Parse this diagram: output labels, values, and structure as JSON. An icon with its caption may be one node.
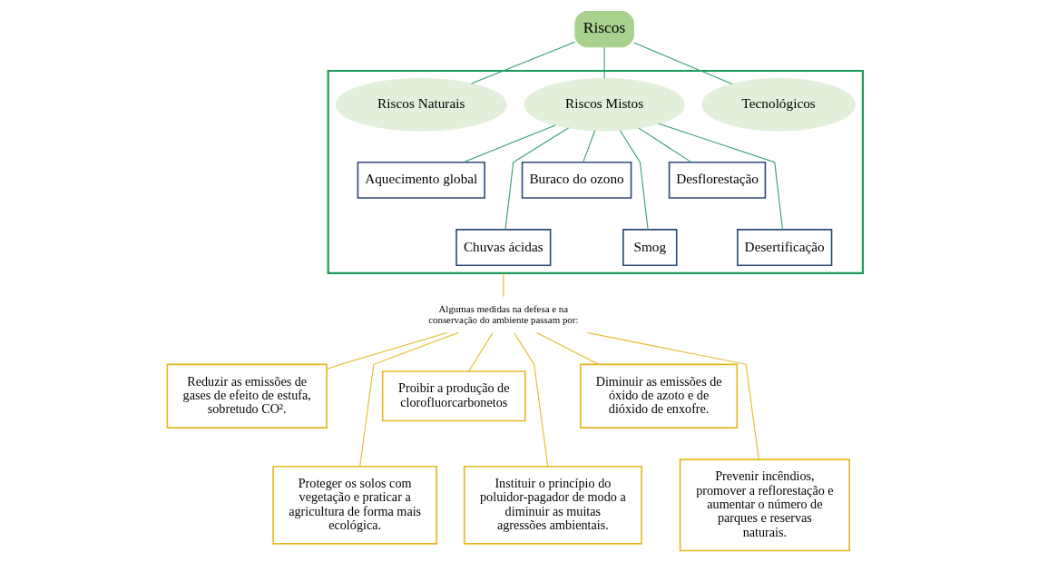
{
  "diagram": {
    "nodes": [
      {
        "text": [],
        "shape": "box"
      },
      {
        "text": [
          "Riscos"
        ]
      },
      {
        "text": [
          "Tecnológicos"
        ],
        "in": 0
      },
      {
        "text": [
          "Riscos Mistos"
        ],
        "in": 0
      },
      {
        "text": [
          "Riscos Naturais"
        ],
        "in": 0
      },
      {
        "text": [
          "Aquecimento global"
        ],
        "in": 0
      },
      {
        "text": [
          "Chuvas ácidas"
        ],
        "in": 0
      },
      {
        "text": [
          "Buraco do ozono"
        ],
        "in": 0
      },
      {
        "text": [
          "Smog"
        ],
        "in": 0
      },
      {
        "text": [
          "Desflorestação"
        ],
        "in": 0
      },
      {
        "text": [
          "Desertificação"
        ],
        "in": 0
      },
      {
        "text": [
          "Algumas medidas na defesa e na conservação do ambiente passam por:"
        ]
      },
      {
        "text": [
          "Reduzir as emissões de gases de efeito de estufa, sobretudo CO²."
        ]
      },
      {
        "text": [
          "Proteger os solos com vegetação e praticar a agricultura de forma mais ecológica."
        ]
      },
      {
        "text": [
          "Proibir a produção de clorofluorcarbonetos"
        ]
      },
      {
        "text": [
          "Instituir o princípio do poluidor-pagador de modo a diminuir as muitas agressões ambientais."
        ]
      },
      {
        "text": [
          "Diminuir as emissões de óxido de azoto e de dióxido de enxofre."
        ]
      },
      {
        "text": [
          "Prevenir incêndios, promover a reflorestação e aumentar o número de parques e reservas naturais."
        ]
      }
    ],
    "edges": [
      {
        "from": 1,
        "to": 2,
        "arrow": "none",
        "color": "#2e9e6b"
      },
      {
        "from": 1,
        "to": 3,
        "arrow": "none",
        "color": "#2e9e6b"
      },
      {
        "from": 1,
        "to": 4,
        "arrow": "none",
        "color": "#2e9e6b"
      },
      {
        "from": 3,
        "to": 5,
        "arrow": "none",
        "color": "#2e9e6b"
      },
      {
        "from": 3,
        "to": 6,
        "arrow": "none",
        "color": "#2e9e6b"
      },
      {
        "from": 3,
        "to": 7,
        "arrow": "none",
        "color": "#2e9e6b"
      },
      {
        "from": 3,
        "to": 8,
        "arrow": "none",
        "color": "#2e9e6b"
      },
      {
        "from": 3,
        "to": 9,
        "arrow": "none",
        "color": "#2e9e6b"
      },
      {
        "from": 3,
        "to": 10,
        "arrow": "none",
        "color": "#2e9e6b"
      },
      {
        "from": 0,
        "to": 11,
        "arrow": "none",
        "color": "#e6b820"
      },
      {
        "from": 11,
        "to": 12,
        "arrow": "none",
        "color": "#e6b820"
      },
      {
        "from": 11,
        "to": 13,
        "arrow": "none",
        "color": "#e6b820"
      },
      {
        "from": 11,
        "to": 14,
        "arrow": "none",
        "color": "#e6b820"
      },
      {
        "from": 11,
        "to": 15,
        "arrow": "none",
        "color": "#e6b820"
      },
      {
        "from": 11,
        "to": 16,
        "arrow": "none",
        "color": "#e6b820"
      },
      {
        "from": 11,
        "to": 17,
        "arrow": "none",
        "color": "#e6b820"
      }
    ]
  }
}
